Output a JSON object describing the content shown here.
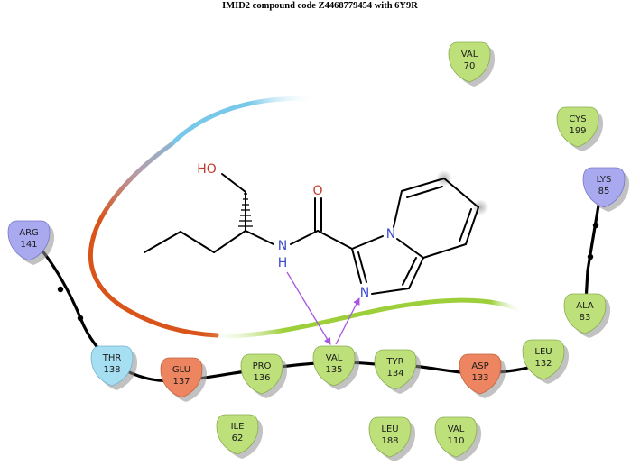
{
  "title": "IMID2 compound code Z4468779454  with 6Y9R",
  "ligand": {
    "atoms": {
      "hydroxyl": "HO",
      "carbonyl_o": "O",
      "amide_n": "N",
      "amide_h": "H",
      "bridge_n": "N",
      "ring_n": "N"
    }
  },
  "residues": [
    {
      "id": "val70",
      "name": "VAL",
      "number": "70",
      "type": "hydrophobic"
    },
    {
      "id": "cys199",
      "name": "CYS",
      "number": "199",
      "type": "hydrophobic"
    },
    {
      "id": "lys85",
      "name": "LYS",
      "number": "85",
      "type": "positive"
    },
    {
      "id": "ala83",
      "name": "ALA",
      "number": "83",
      "type": "hydrophobic"
    },
    {
      "id": "arg141",
      "name": "ARG",
      "number": "141",
      "type": "positive"
    },
    {
      "id": "thr138",
      "name": "THR",
      "number": "138",
      "type": "polar"
    },
    {
      "id": "glu137",
      "name": "GLU",
      "number": "137",
      "type": "negative"
    },
    {
      "id": "pro136",
      "name": "PRO",
      "number": "136",
      "type": "hydrophobic"
    },
    {
      "id": "val135",
      "name": "VAL",
      "number": "135",
      "type": "hydrophobic"
    },
    {
      "id": "tyr134",
      "name": "TYR",
      "number": "134",
      "type": "hydrophobic"
    },
    {
      "id": "asp133",
      "name": "ASP",
      "number": "133",
      "type": "negative"
    },
    {
      "id": "leu132",
      "name": "LEU",
      "number": "132",
      "type": "hydrophobic"
    },
    {
      "id": "ile62",
      "name": "ILE",
      "number": "62",
      "type": "hydrophobic"
    },
    {
      "id": "leu188",
      "name": "LEU",
      "number": "188",
      "type": "hydrophobic"
    },
    {
      "id": "val110",
      "name": "VAL",
      "number": "110",
      "type": "hydrophobic"
    }
  ],
  "colors": {
    "hydrophobic": "#bde07a",
    "positive": "#a9a9f0",
    "negative": "#ec8560",
    "polar": "#a6def2",
    "hbond_arrow": "#a855e0",
    "backbone": "#000000",
    "heteroatom_o": "#c0392b",
    "heteroatom_n": "#3b4bd0"
  }
}
